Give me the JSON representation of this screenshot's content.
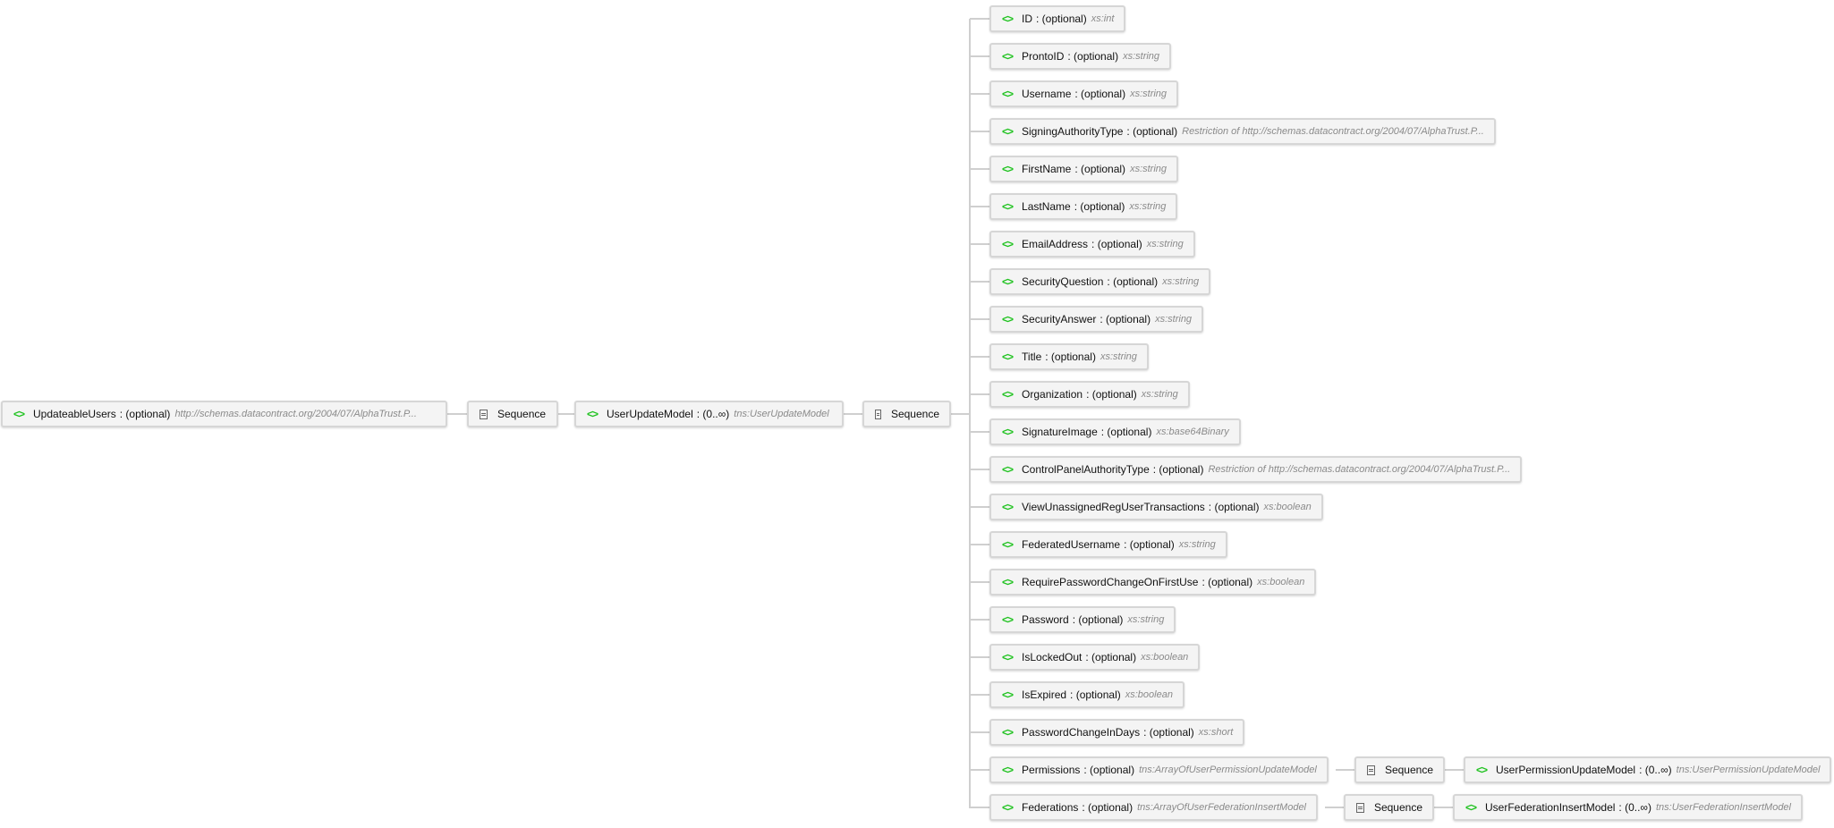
{
  "root": {
    "name": "UpdateableUsers",
    "card": ": (optional)",
    "type": "http://schemas.datacontract.org/2004/07/AlphaTrust.P..."
  },
  "sequence_label": "Sequence",
  "model": {
    "name": "UserUpdateModel",
    "card": ": (0..∞)",
    "type": "tns:UserUpdateModel"
  },
  "children": [
    {
      "name": "ID",
      "card": ": (optional)",
      "type": "xs:int"
    },
    {
      "name": "ProntoID",
      "card": ": (optional)",
      "type": "xs:string"
    },
    {
      "name": "Username",
      "card": ": (optional)",
      "type": "xs:string"
    },
    {
      "name": "SigningAuthorityType",
      "card": ": (optional)",
      "type": "Restriction of http://schemas.datacontract.org/2004/07/AlphaTrust.P..."
    },
    {
      "name": "FirstName",
      "card": ": (optional)",
      "type": "xs:string"
    },
    {
      "name": "LastName",
      "card": ": (optional)",
      "type": "xs:string"
    },
    {
      "name": "EmailAddress",
      "card": ": (optional)",
      "type": "xs:string"
    },
    {
      "name": "SecurityQuestion",
      "card": ": (optional)",
      "type": "xs:string"
    },
    {
      "name": "SecurityAnswer",
      "card": ": (optional)",
      "type": "xs:string"
    },
    {
      "name": "Title",
      "card": ": (optional)",
      "type": "xs:string"
    },
    {
      "name": "Organization",
      "card": ": (optional)",
      "type": "xs:string"
    },
    {
      "name": "SignatureImage",
      "card": ": (optional)",
      "type": "xs:base64Binary"
    },
    {
      "name": "ControlPanelAuthorityType",
      "card": ": (optional)",
      "type": "Restriction of http://schemas.datacontract.org/2004/07/AlphaTrust.P..."
    },
    {
      "name": "ViewUnassignedRegUserTransactions",
      "card": ": (optional)",
      "type": "xs:boolean"
    },
    {
      "name": "FederatedUsername",
      "card": ": (optional)",
      "type": "xs:string"
    },
    {
      "name": "RequirePasswordChangeOnFirstUse",
      "card": ": (optional)",
      "type": "xs:boolean"
    },
    {
      "name": "Password",
      "card": ": (optional)",
      "type": "xs:string"
    },
    {
      "name": "IsLockedOut",
      "card": ": (optional)",
      "type": "xs:boolean"
    },
    {
      "name": "IsExpired",
      "card": ": (optional)",
      "type": "xs:boolean"
    },
    {
      "name": "PasswordChangeInDays",
      "card": ": (optional)",
      "type": "xs:short"
    },
    {
      "name": "Permissions",
      "card": ": (optional)",
      "type": "tns:ArrayOfUserPermissionUpdateModel",
      "sub": {
        "name": "UserPermissionUpdateModel",
        "card": ": (0..∞)",
        "type": "tns:UserPermissionUpdateModel"
      }
    },
    {
      "name": "Federations",
      "card": ": (optional)",
      "type": "tns:ArrayOfUserFederationInsertModel",
      "sub": {
        "name": "UserFederationInsertModel",
        "card": ": (0..∞)",
        "type": "tns:UserFederationInsertModel"
      }
    }
  ]
}
